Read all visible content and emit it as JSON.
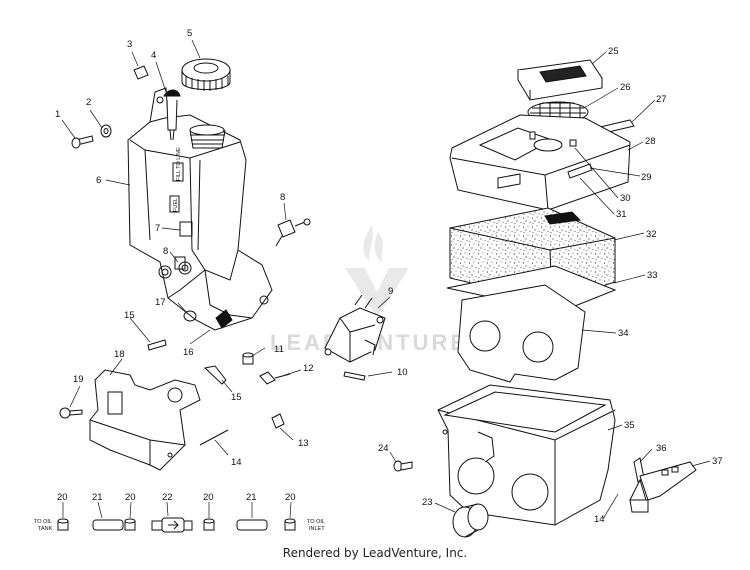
{
  "diagram": {
    "left_assembly_callouts": [
      "1",
      "2",
      "3",
      "4",
      "5",
      "6",
      "7",
      "8",
      "8",
      "9",
      "10",
      "11",
      "12",
      "13",
      "14",
      "15",
      "15",
      "16",
      "17",
      "18",
      "19"
    ],
    "right_assembly_callouts": [
      "14",
      "23",
      "24",
      "25",
      "26",
      "27",
      "28",
      "29",
      "30",
      "31",
      "32",
      "33",
      "34",
      "35",
      "36",
      "37"
    ],
    "bottom_row_callouts": [
      "20",
      "21",
      "20",
      "22",
      "20",
      "21",
      "20"
    ],
    "labels": {
      "to_oil_tank": [
        "TO OIL",
        "TANK"
      ],
      "to_oil_inlet": [
        "TO OIL",
        "INLET"
      ],
      "tank_stamp_1": "FILL TO LINE",
      "tank_stamp_2": "FUEL"
    },
    "watermark": "LEADVENTURE",
    "footer": "Rendered by LeadVenture, Inc."
  },
  "colors": {
    "line": "#111111",
    "watermark": "#d9d9d9",
    "background": "#ffffff"
  }
}
